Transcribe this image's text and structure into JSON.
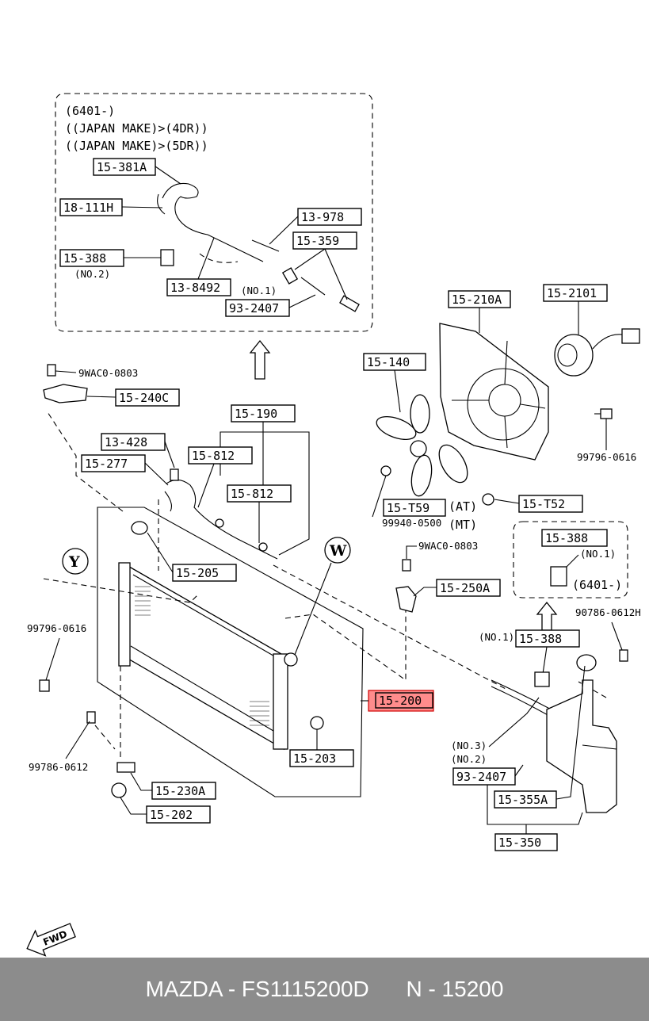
{
  "inset_top": {
    "lines": [
      "(6401-)",
      "((JAPAN MAKE)>(4DR))",
      "((JAPAN MAKE)>(5DR))"
    ],
    "parts": {
      "p15_381A": "15-381A",
      "p18_111H": "18-111H",
      "p15_388": "15-388",
      "p15_388_note": "(NO.2)",
      "p13_8492": "13-8492",
      "p13_978": "13-978",
      "p15_359": "15-359",
      "p93_2407_note": "(NO.1)",
      "p93_2407": "93-2407"
    }
  },
  "inset_right": {
    "part": "15-388",
    "note": "(NO.1)",
    "code": "(6401-)"
  },
  "parts": {
    "p15_210A": "15-210A",
    "p15_2101": "15-2101",
    "p15_140": "15-140",
    "p99796_0616_fan": "99796-0616",
    "p15_T59": "15-T59",
    "at": "(AT)",
    "p15_T52": "15-T52",
    "p99940_0500": "99940-0500",
    "mt": "(MT)",
    "p9WAC0_0803_a": "9WAC0-0803",
    "p15_240C": "15-240C",
    "p15_190": "15-190",
    "p13_428": "13-428",
    "p15_812_a": "15-812",
    "p15_277": "15-277",
    "p15_812_b": "15-812",
    "p15_205": "15-205",
    "p9WAC0_0803_b": "9WAC0-0803",
    "p15_250A": "15-250A",
    "p99796_0616_left": "99796-0616",
    "p90786_0612H": "90786-0612H",
    "p15_388_main": "15-388",
    "p15_388_main_note": "(NO.1)",
    "p15_200": "15-200",
    "p15_203": "15-203",
    "p99786_0612": "99786-0612",
    "p15_230A": "15-230A",
    "p15_202": "15-202",
    "no3": "(NO.3)",
    "no2": "(NO.2)",
    "p93_2407_main": "93-2407",
    "p15_355A": "15-355A",
    "p15_350": "15-350"
  },
  "markers": {
    "y": "Y",
    "w": "W",
    "fwd": "FWD"
  },
  "footer": {
    "brand_part": "MAZDA - FS1115200D",
    "code": "N - 15200"
  },
  "colors": {
    "highlight": "#ff0000",
    "footer_bg": "#8c8c8c",
    "footer_text": "#ffffff"
  }
}
